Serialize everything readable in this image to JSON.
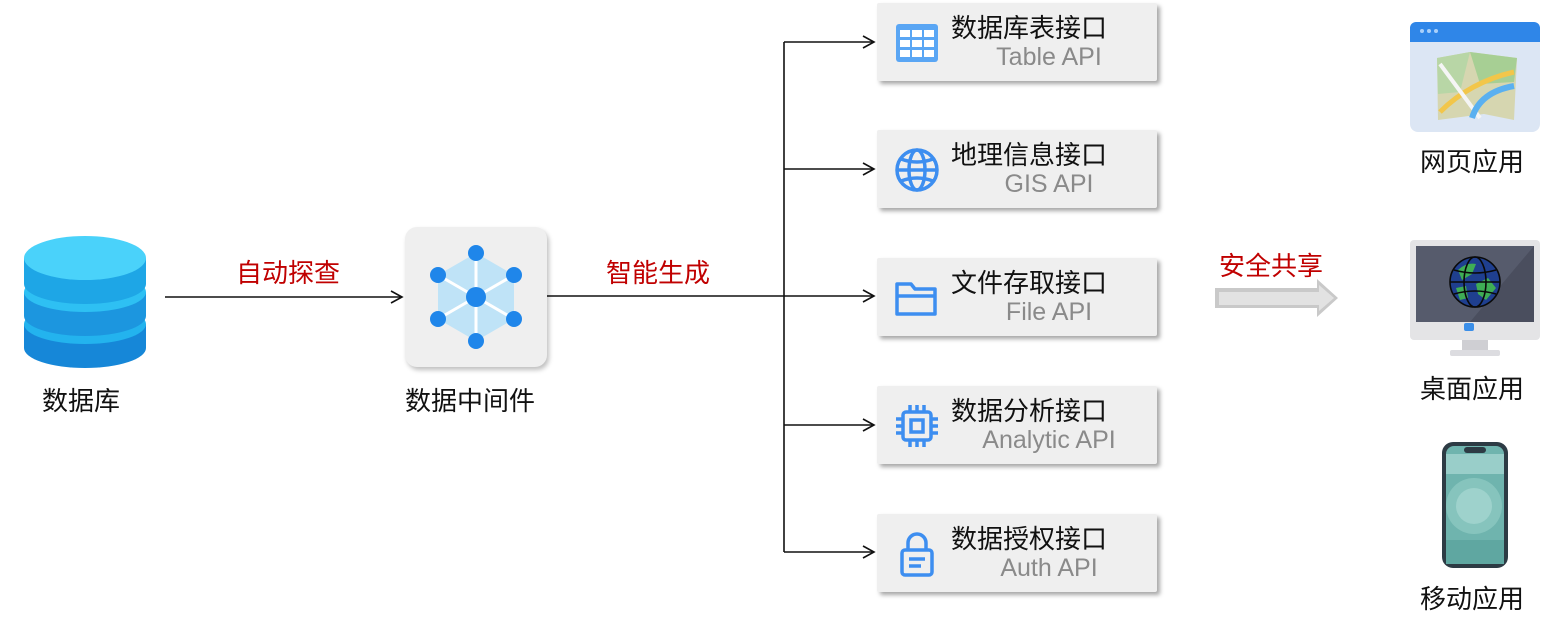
{
  "nodes": {
    "database": "数据库",
    "middleware": "数据中间件"
  },
  "edges": {
    "auto_explore": "自动探查",
    "smart_generate": "智能生成",
    "secure_share": "安全共享"
  },
  "apis": [
    {
      "cn": "数据库表接口",
      "en": "Table API",
      "icon": "table-icon"
    },
    {
      "cn": "地理信息接口",
      "en": "GIS API",
      "icon": "globe-icon"
    },
    {
      "cn": "文件存取接口",
      "en": "File API",
      "icon": "folder-icon"
    },
    {
      "cn": "数据分析接口",
      "en": "Analytic API",
      "icon": "chip-icon"
    },
    {
      "cn": "数据授权接口",
      "en": "Auth API",
      "icon": "lock-icon"
    }
  ],
  "apps": [
    {
      "label": "网页应用",
      "icon": "browser-map-icon"
    },
    {
      "label": "桌面应用",
      "icon": "desktop-monitor-icon"
    },
    {
      "label": "移动应用",
      "icon": "smartphone-icon"
    }
  ],
  "colors": {
    "accent_red": "#c00000",
    "icon_blue": "#3d8ef0",
    "card_bg": "#efefef"
  }
}
